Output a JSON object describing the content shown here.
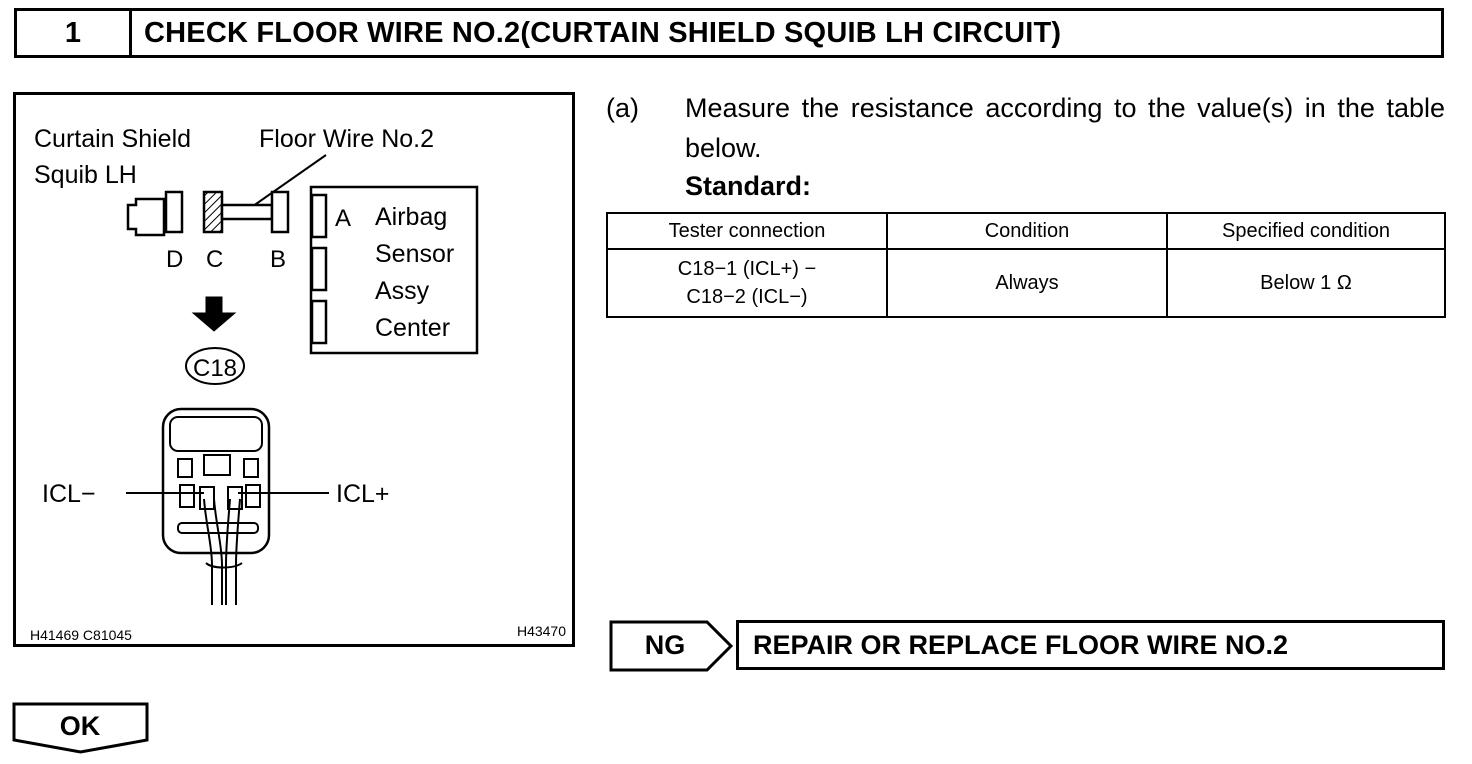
{
  "header": {
    "step_number": "1",
    "title": "CHECK FLOOR WIRE NO.2(CURTAIN SHIELD SQUIB LH CIRCUIT)"
  },
  "figure": {
    "label_curtain_line1": "Curtain Shield",
    "label_curtain_line2": "Squib LH",
    "label_floor_wire": "Floor Wire No.2",
    "connector_d": "D",
    "connector_c": "C",
    "connector_b": "B",
    "connector_a": "A",
    "airbag_line1": "Airbag",
    "airbag_line2": "Sensor",
    "airbag_line3": "Assy",
    "airbag_line4": "Center",
    "connector_id": "C18",
    "terminal_left": "ICL−",
    "terminal_right": "ICL+",
    "code_left": "H41469  C81045",
    "code_right": "H43470"
  },
  "instruction": {
    "marker": "(a)",
    "text": "Measure the resistance according to the value(s) in the table below.",
    "standard_label": "Standard:"
  },
  "spec_table": {
    "headers": [
      "Tester connection",
      "Condition",
      "Specified condition"
    ],
    "rows": [
      {
        "tester_line1": "C18−1 (ICL+) −",
        "tester_line2": "C18−2 (ICL−)",
        "condition": "Always",
        "specified": "Below 1 Ω"
      }
    ]
  },
  "results": {
    "ng_label": "NG",
    "ng_action": "REPAIR OR REPLACE FLOOR WIRE NO.2",
    "ok_label": "OK"
  }
}
